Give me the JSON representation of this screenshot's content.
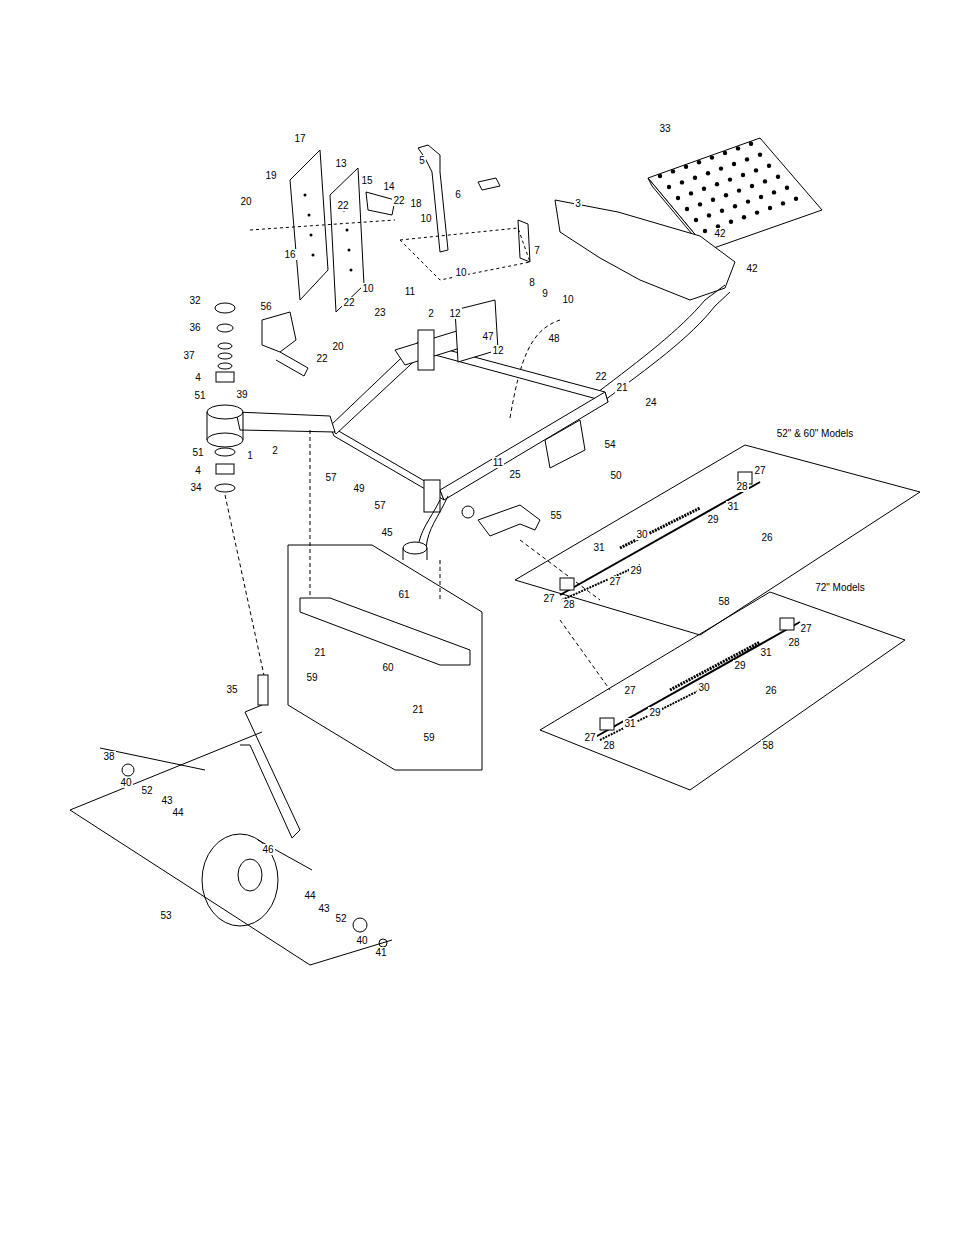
{
  "diagram": {
    "labels": [
      "17",
      "13",
      "19",
      "15",
      "14",
      "20",
      "22",
      "22",
      "18",
      "10",
      "16",
      "22",
      "10",
      "5",
      "6",
      "3",
      "33",
      "7",
      "10",
      "11",
      "2",
      "8",
      "9",
      "10",
      "12",
      "23",
      "47",
      "12",
      "48",
      "42",
      "42",
      "32",
      "56",
      "36",
      "37",
      "4",
      "20",
      "22",
      "51",
      "39",
      "1",
      "2",
      "51",
      "4",
      "34",
      "22",
      "21",
      "24",
      "57",
      "49",
      "57",
      "11",
      "25",
      "45",
      "54",
      "50",
      "55",
      "52\" & 60\" Models",
      "27",
      "28",
      "29",
      "31",
      "30",
      "26",
      "31",
      "27",
      "29",
      "28",
      "27",
      "58",
      "72\" Models",
      "27",
      "28",
      "29",
      "31",
      "30",
      "26",
      "27",
      "29",
      "31",
      "28",
      "27",
      "58",
      "61",
      "21",
      "60",
      "59",
      "21",
      "59",
      "35",
      "38",
      "40",
      "52",
      "43",
      "44",
      "46",
      "44",
      "43",
      "52",
      "40",
      "41",
      "53"
    ]
  }
}
